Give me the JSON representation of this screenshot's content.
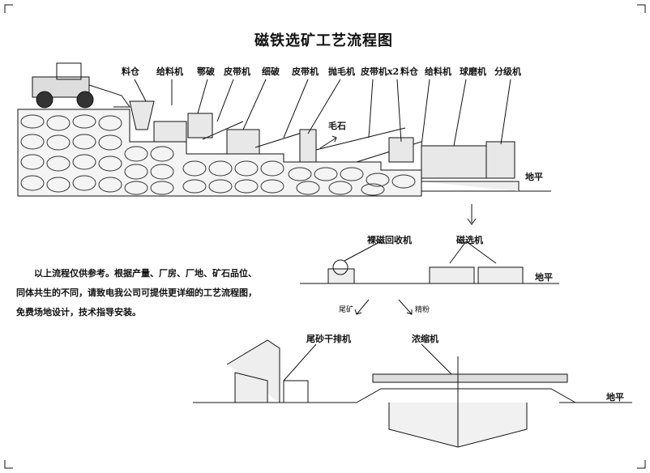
{
  "title": "磁铁选矿工艺流程图",
  "top_labels": [
    "料仓",
    "给料机",
    "鄂破",
    "皮带机",
    "细破",
    "皮带机",
    "抛毛机",
    "皮带机x2",
    "料仓",
    "给料机",
    "球磨机",
    "分级机"
  ],
  "waste_rock": "毛石",
  "ground": "地平",
  "middle_labels": {
    "recovery": "裸磁回收机",
    "separator": "磁选机"
  },
  "flows": {
    "tailings": "尾矿",
    "concentrate": "精粉"
  },
  "bottom_labels": {
    "dewater": "尾砂干排机",
    "thickener": "浓缩机"
  },
  "note": "以上流程仅供参考。根据产量、厂房、厂地、矿石品位、同体共生的不同，请致电我公司可提供更详细的工艺流程图，免费场地设计，技术指导安装。"
}
